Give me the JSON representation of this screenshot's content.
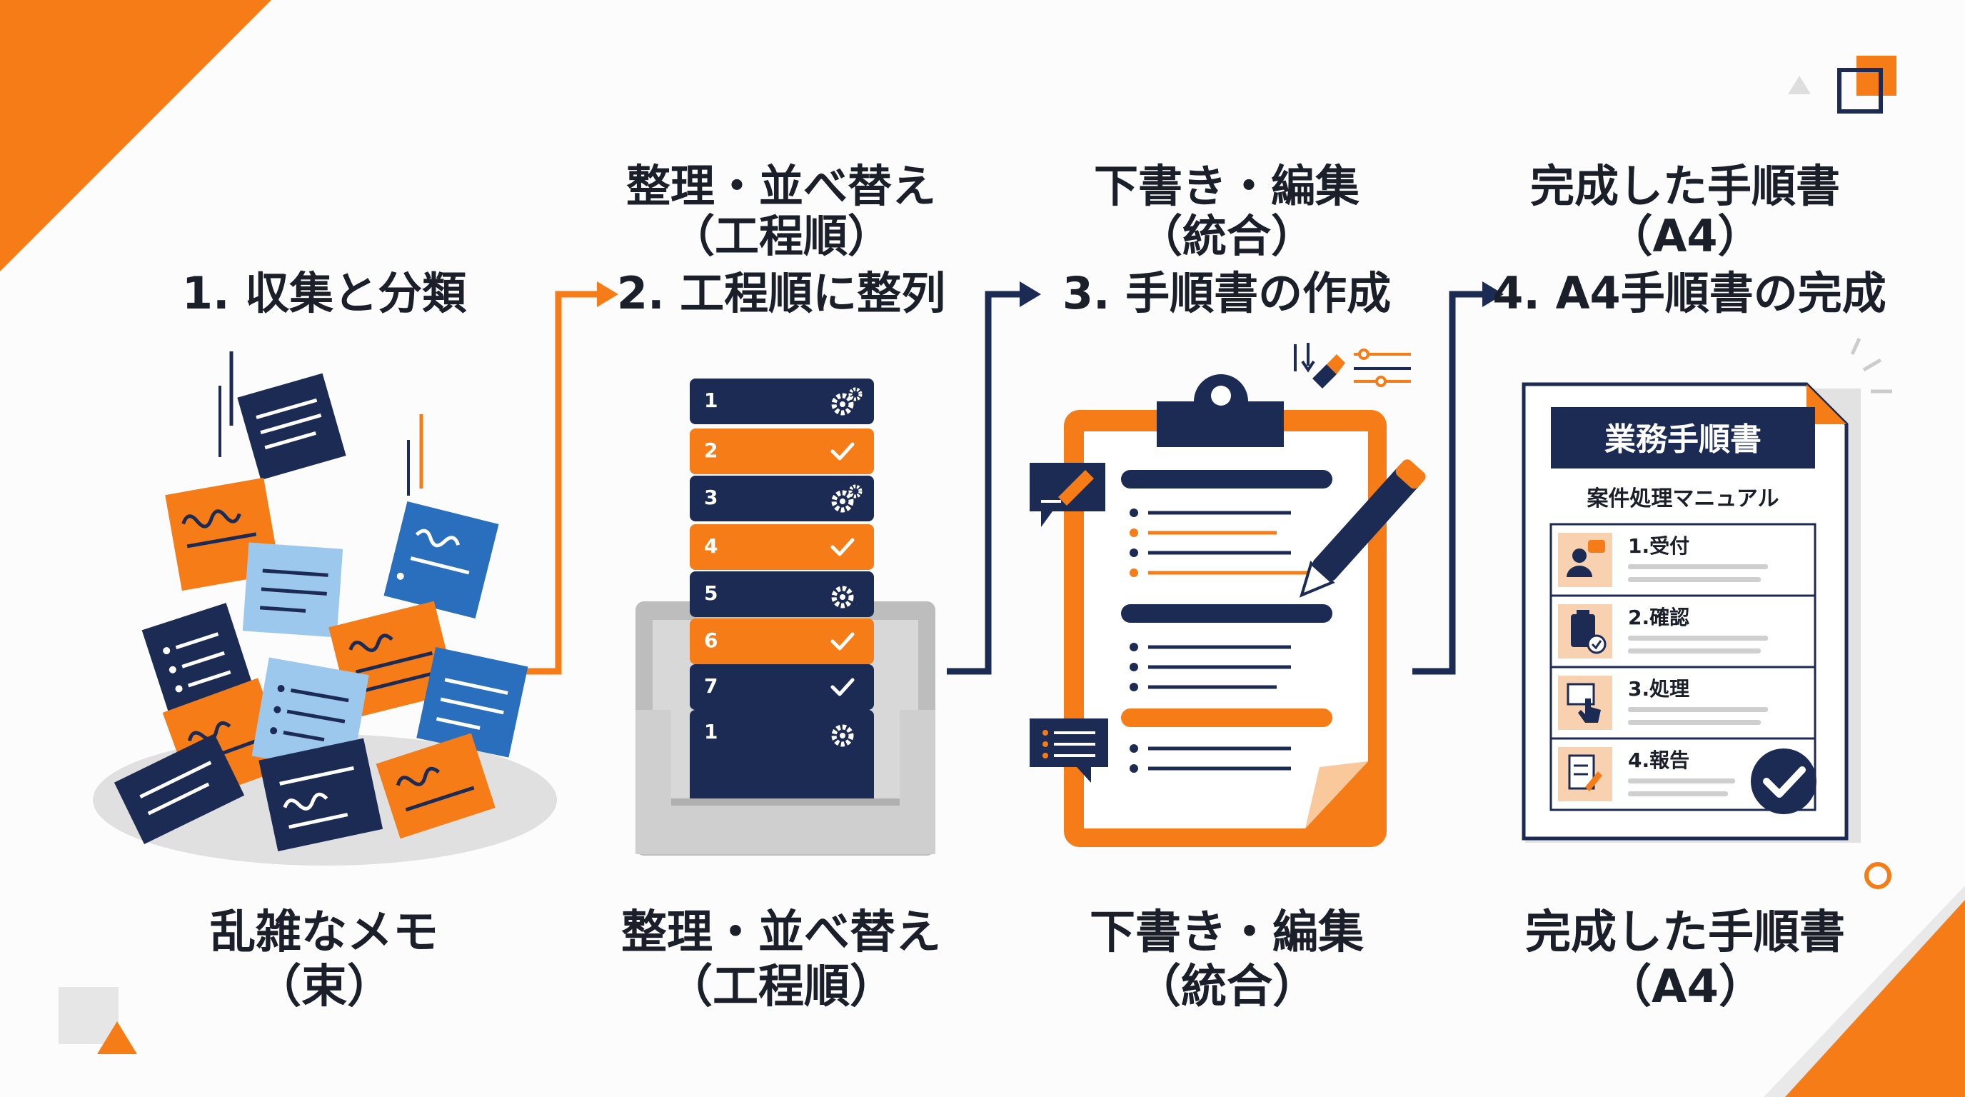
{
  "colors": {
    "orange": "#f57c16",
    "navy": "#1c2b54",
    "lightblue": "#9cc8ee",
    "blue": "#2a6fbd",
    "gray": "#e2e2e2"
  },
  "columns": [
    {
      "heading_lines": [],
      "step": "1. 収集と分類",
      "caption_lines": [
        "乱雑なメモ",
        "（束）"
      ]
    },
    {
      "heading_lines": [
        "整理・並べ替え",
        "（工程順）"
      ],
      "step": "2. 工程順に整列",
      "caption_lines": [
        "整理・並べ替え",
        "（工程順）"
      ]
    },
    {
      "heading_lines": [
        "下書き・編集",
        "（統合）"
      ],
      "step": "3. 手順書の作成",
      "caption_lines": [
        "下書き・編集",
        "（統合）"
      ]
    },
    {
      "heading_lines": [
        "完成した手順書",
        "（A4）"
      ],
      "step": "4. A4手順書の完成",
      "caption_lines": [
        "完成した手順書",
        "（A4）"
      ]
    }
  ],
  "tray_cards": [
    {
      "number": "1",
      "icon": "gears-icon",
      "color": "navy"
    },
    {
      "number": "2",
      "icon": "check-icon",
      "color": "orange"
    },
    {
      "number": "3",
      "icon": "gears-icon",
      "color": "navy"
    },
    {
      "number": "4",
      "icon": "check-icon",
      "color": "orange"
    },
    {
      "number": "5",
      "icon": "gear-icon",
      "color": "navy"
    },
    {
      "number": "6",
      "icon": "check-icon",
      "color": "orange"
    },
    {
      "number": "7",
      "icon": "check-icon",
      "color": "navy"
    },
    {
      "number": "1",
      "icon": "gear-icon",
      "color": "navy"
    }
  ],
  "document": {
    "title": "業務手順書",
    "subtitle": "案件処理マニュアル",
    "steps": [
      {
        "label": "1.受付",
        "icon": "user-chat-icon"
      },
      {
        "label": "2.確認",
        "icon": "clipboard-check-icon"
      },
      {
        "label": "3.処理",
        "icon": "hand-pointer-icon"
      },
      {
        "label": "4.報告",
        "icon": "report-pen-icon"
      }
    ]
  }
}
